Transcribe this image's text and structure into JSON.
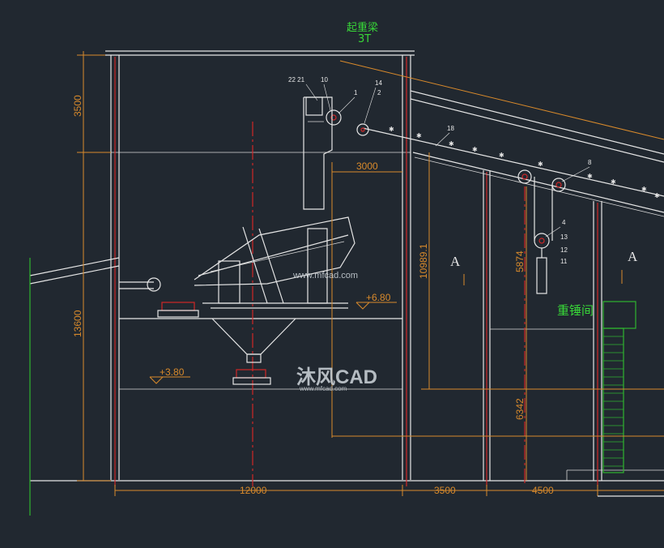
{
  "drawing": {
    "crane_label": "起重梁",
    "crane_capacity": "3T",
    "counterweight_room": "重锤间",
    "section_mark_left": "A",
    "section_mark_right": "A",
    "watermark_text": "沐风CAD",
    "watermark_url": "www.mfcad.com",
    "watermark_center": "www.mfcad.com",
    "colors": {
      "background": "#212830",
      "lines": "#e6e6e6",
      "dimensions": "#d98a2b",
      "centerlines": "#d02727",
      "green": "#2fb52f"
    }
  },
  "dimensions": {
    "top_height": "3500",
    "lower_height": "13600",
    "tower_height": "10989.1",
    "belt_span": "3000",
    "weight_drop": "5874",
    "weight_base": "6342",
    "span_main": "12000",
    "span_mid": "3500",
    "span_right": "4500"
  },
  "levels": {
    "upper": "+6.80",
    "lower": "+3.80"
  },
  "part_numbers": {
    "p22_21": "22 21",
    "p10": "10",
    "p1": "1",
    "p14": "14",
    "p2": "2",
    "p18": "18",
    "p8": "8",
    "p4": "4",
    "p13": "13",
    "p12": "12",
    "p11": "11"
  }
}
